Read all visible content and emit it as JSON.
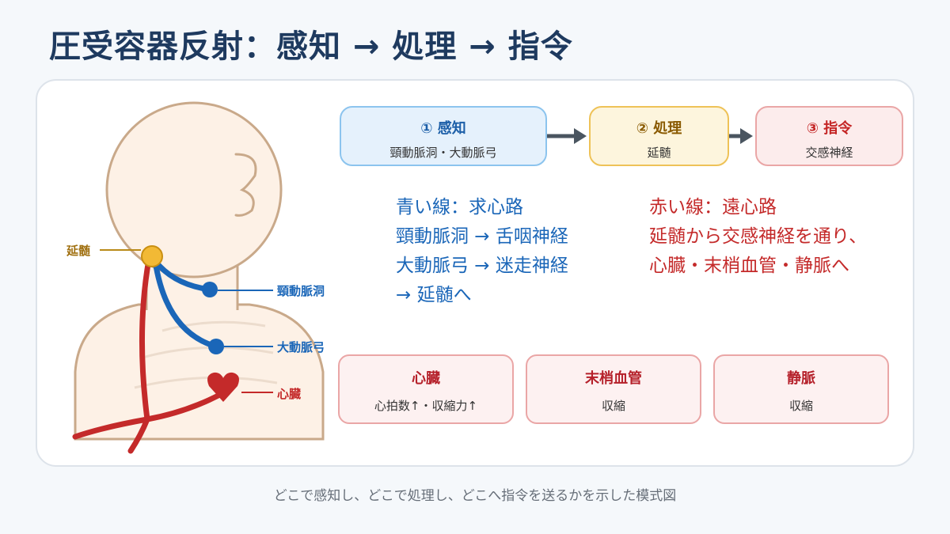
{
  "title": "圧受容器反射：感知 → 処理 → 指令",
  "figure": {
    "label_medulla": "延髄",
    "label_carotid": "頸動脈洞",
    "label_aortic": "大動脈弓",
    "label_heart": "心臓"
  },
  "steps": [
    {
      "title": "① 感知",
      "subtitle": "頸動脈洞・大動脈弓"
    },
    {
      "title": "② 処理",
      "subtitle": "延髄"
    },
    {
      "title": "③ 指令",
      "subtitle": "交感神経"
    }
  ],
  "afferent_text": [
    "青い線：求心路",
    "頸動脈洞 → 舌咽神経",
    "大動脈弓 → 迷走神経",
    "→ 延髄へ"
  ],
  "efferent_text": [
    "赤い線：遠心路",
    "延髄から交感神経を通り、",
    "心臓・末梢血管・静脈へ"
  ],
  "targets": [
    {
      "title": "心臓",
      "effect": "心拍数↑・収縮力↑"
    },
    {
      "title": "末梢血管",
      "effect": "収縮"
    },
    {
      "title": "静脈",
      "effect": "収縮"
    }
  ],
  "caption": "どこで感知し、どこで処理し、どこへ指令を送るかを示した模式図",
  "colors": {
    "afferent": "#1a66b8",
    "efferent": "#c42a2a",
    "medulla": "#f2b935",
    "skin": "#fdf1e6",
    "outline": "#c9a98a"
  }
}
